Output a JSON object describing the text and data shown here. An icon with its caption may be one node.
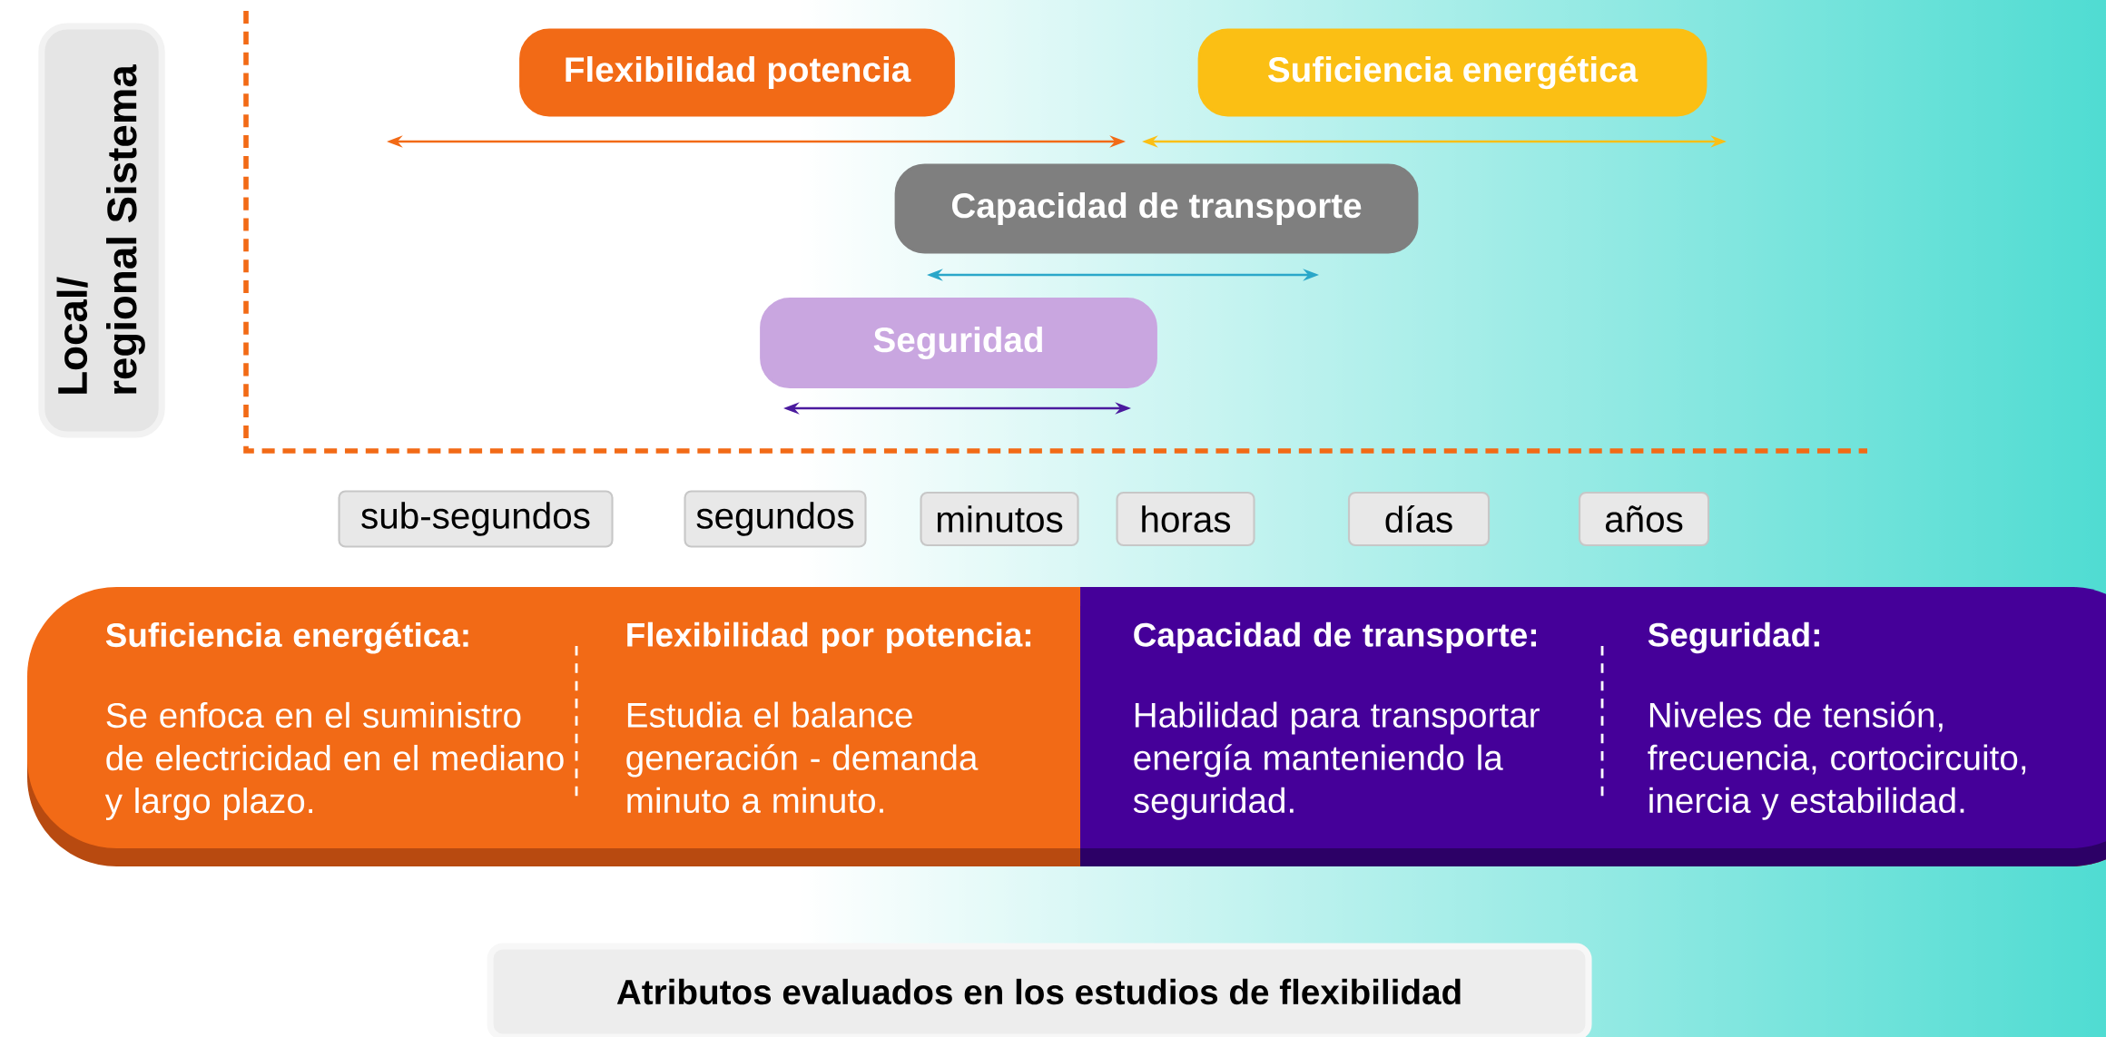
{
  "diagram": {
    "caption": "Atributos evaluados en los estudios de flexibilidad",
    "nodes": [
      {
        "text": [
          "Local/",
          "regional Sistema"
        ]
      },
      {
        "text": [
          "Flexibilidad potencia"
        ]
      },
      {
        "text": [
          "Suficiencia energética"
        ]
      },
      {
        "text": [
          "Capacidad de transporte"
        ]
      },
      {
        "text": [
          "Seguridad"
        ]
      },
      {
        "text": [
          "sub-segundos"
        ]
      },
      {
        "text": [
          "segundos"
        ]
      },
      {
        "text": [
          "minutos"
        ]
      },
      {
        "text": [
          "horas"
        ]
      },
      {
        "text": [
          "días"
        ]
      },
      {
        "text": [
          "años"
        ]
      },
      {
        "text": [
          "Suficiencia energética:",
          "Se enfoca en el suministro de electricidad en el mediano y largo plazo."
        ]
      },
      {
        "text": [
          "Flexibilidad por potencia:",
          "Estudia el balance generación - demanda minuto a minuto."
        ]
      },
      {
        "text": [
          "Capacidad de transporte:",
          "Habilidad para transportar energía manteniendo la seguridad."
        ]
      },
      {
        "text": [
          "Seguridad:",
          "Niveles de tensión, frecuencia, cortocircuito, inercia y estabilidad."
        ]
      }
    ]
  }
}
